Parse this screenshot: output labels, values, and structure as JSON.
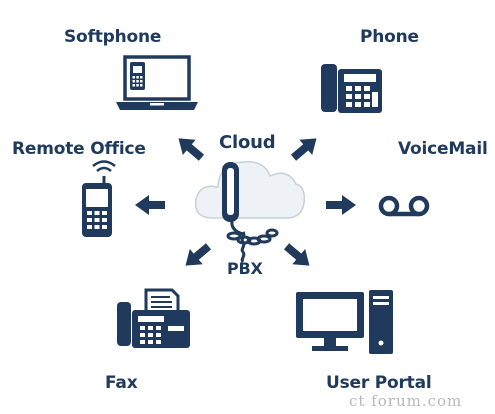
{
  "nodes": {
    "softphone": "Softphone",
    "phone": "Phone",
    "remote_office": "Remote Office",
    "voicemail": "VoiceMail",
    "cloud": "Cloud",
    "pbx": "PBX",
    "fax": "Fax",
    "user_portal": "User Portal"
  },
  "watermark": "ct forum.com",
  "colors": {
    "primary": "#1f3a5c",
    "cloud_fill": "#eef1f5",
    "cloud_stroke": "#c9d0d8",
    "background": "#ffffff"
  }
}
